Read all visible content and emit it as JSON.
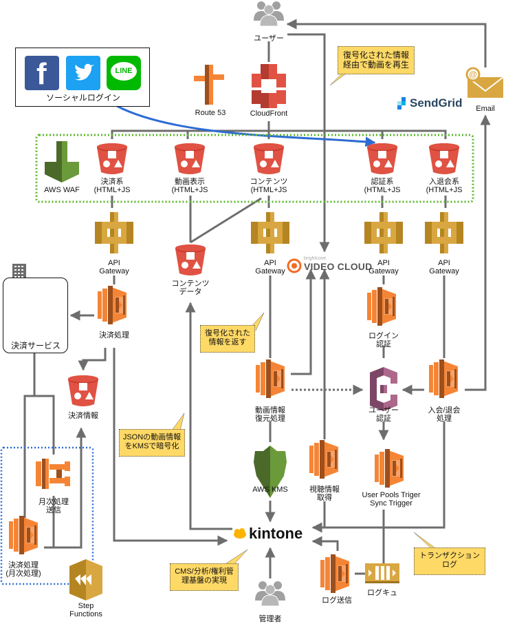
{
  "diagram": {
    "title": "Serverless video platform architecture",
    "colors": {
      "line": "#6d6d6d",
      "blue_arrow": "#2d6cd3",
      "waf_group_border": "#5cb82a",
      "stepfn_group_border": "#2d6cd3",
      "s3": "#e05243",
      "lambda": "#f58536",
      "apigw": "#d9a741",
      "cognito": "#ad688b",
      "kms": "#6b9a3a",
      "note_bg": "#ffd966",
      "email": "#d9a741"
    },
    "social": {
      "label": "ソーシャルログイン",
      "icons": [
        "facebook-icon",
        "twitter-icon",
        "line-icon"
      ],
      "line_text": "LINE"
    },
    "nodes": {
      "user": "ユーザー",
      "route53": "Route 53",
      "cloudfront": "CloudFront",
      "email": "Email",
      "sendgrid": "SendGrid",
      "waf": "AWS WAF",
      "s3_payment": "決済系\n(HTML+JS",
      "s3_video": "動画表示\n(HTML+JS",
      "s3_content": "コンテンツ\n(HTML+JS",
      "s3_auth": "認証系\n(HTML+JS",
      "s3_member": "入退会系\n(HTML+JS",
      "apigw_payment": "API\nGateway",
      "apigw_content": "API\nGateway",
      "apigw_auth": "API\nGateway",
      "apigw_member": "API\nGateway",
      "s3_content_data": "コンテンツ\nデータ",
      "video_cloud_small": "brightcove",
      "video_cloud": "VIDEO CLOUD",
      "payment_service": "決済サービス",
      "lambda_payment": "決済処理",
      "s3_payment_info": "決済情報",
      "lambda_login": "ログイン\n認証",
      "lambda_video_restore": "動画情報\n復元処理",
      "cognito": "ユーザー\n認証",
      "lambda_member": "入会/退会\n処理",
      "kms": "AWS KMS",
      "lambda_view_info": "視聴情報\n取得",
      "lambda_userpool": "User Pools Triger\nSync Trigger",
      "ecs_monthly_send": "月次処理\n送信",
      "lambda_monthly_payment": "決済処理\n(月次処理)",
      "step_functions": "Step\nFunctions",
      "kintone": "kintone",
      "admin": "管理者",
      "lambda_log_send": "ログ送信",
      "sqs_log_queue": "ログキュ"
    },
    "notes": {
      "decrypted_playback": "復号化された情報\n経由で動画を再生",
      "decrypted_return": "復号化された\n情報を返す",
      "json_kms": "JSONの動画情報\nをKMSで暗号化",
      "cms_platform": "CMS/分析/権利管\n理基盤の実現",
      "transaction_log": "トランザクション\nログ"
    }
  }
}
